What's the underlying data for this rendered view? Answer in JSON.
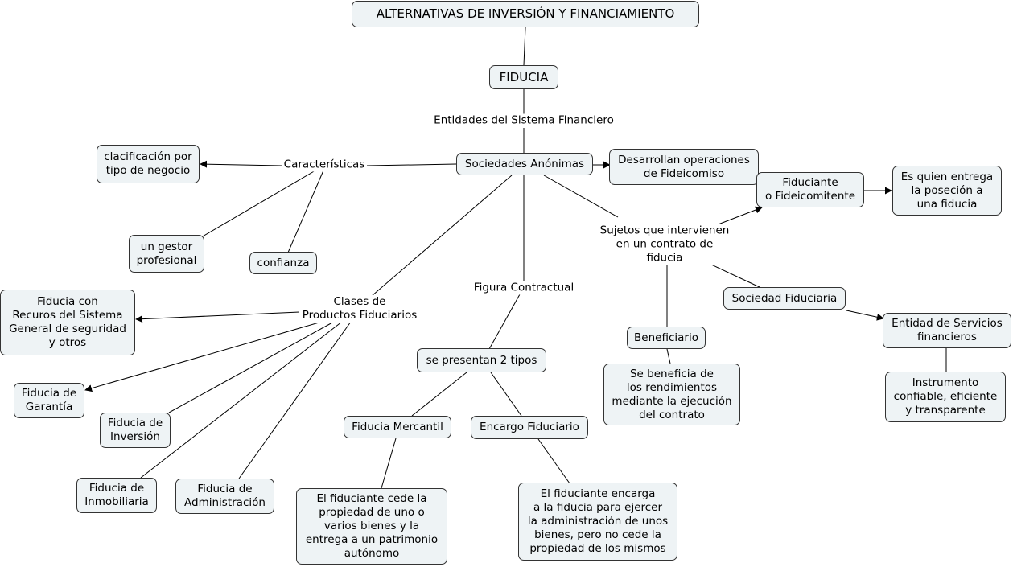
{
  "nodes": {
    "title": "ALTERNATIVAS DE INVERSIÓN Y FINANCIAMIENTO",
    "fiducia": "FIDUCIA",
    "sociedades": "Sociedades Anónimas",
    "clasificacion": "clacificación por\ntipo de negocio",
    "gestor": "un gestor\nprofesional",
    "confianza": "confianza",
    "desarrollan": "Desarrollan operaciones\nde Fideicomiso",
    "fiduciante": "Fiduciante\no Fideicomitente",
    "entrega": "Es quien entrega\nla poseción a\nuna fiducia",
    "soc_fiduciaria": "Sociedad Fiduciaria",
    "entidad_servicios": "Entidad de Servicios\nfinancieros",
    "instrumento": "Instrumento\nconfiable, eficiente\ny transparente",
    "beneficiario": "Beneficiario",
    "beneficia": "Se beneficia de\nlos rendimientos\nmediante la ejecución\ndel contrato",
    "presentan": "se presentan 2 tipos",
    "mercantil": "Fiducia Mercantil",
    "encargo": "Encargo Fiduciario",
    "mercantil_desc": "El fiduciante cede la\npropiedad de uno o\nvarios bienes y la\nentrega a un patrimonio\nautónomo",
    "encargo_desc": "El fiduciante encarga\na la fiducia para ejercer\nla administración de unos\nbienes, pero no cede la\npropiedad de los mismos",
    "recursos": "Fiducia con\nRecuros del Sistema\nGeneral de seguridad\ny otros",
    "garantia": "Fiducia de\nGarantía",
    "inversion": "Fiducia de\nInversión",
    "inmobiliaria": "Fiducia de\nInmobiliaria",
    "administracion": "Fiducia de\nAdministración"
  },
  "labels": {
    "entidades": "Entidades del Sistema Financiero",
    "caracteristicas": "Características",
    "clases": "Clases de\nProductos Fiduciarios",
    "figura": "Figura Contractual",
    "sujetos": "Sujetos que intervienen\nen un contrato de\nfiducia"
  }
}
